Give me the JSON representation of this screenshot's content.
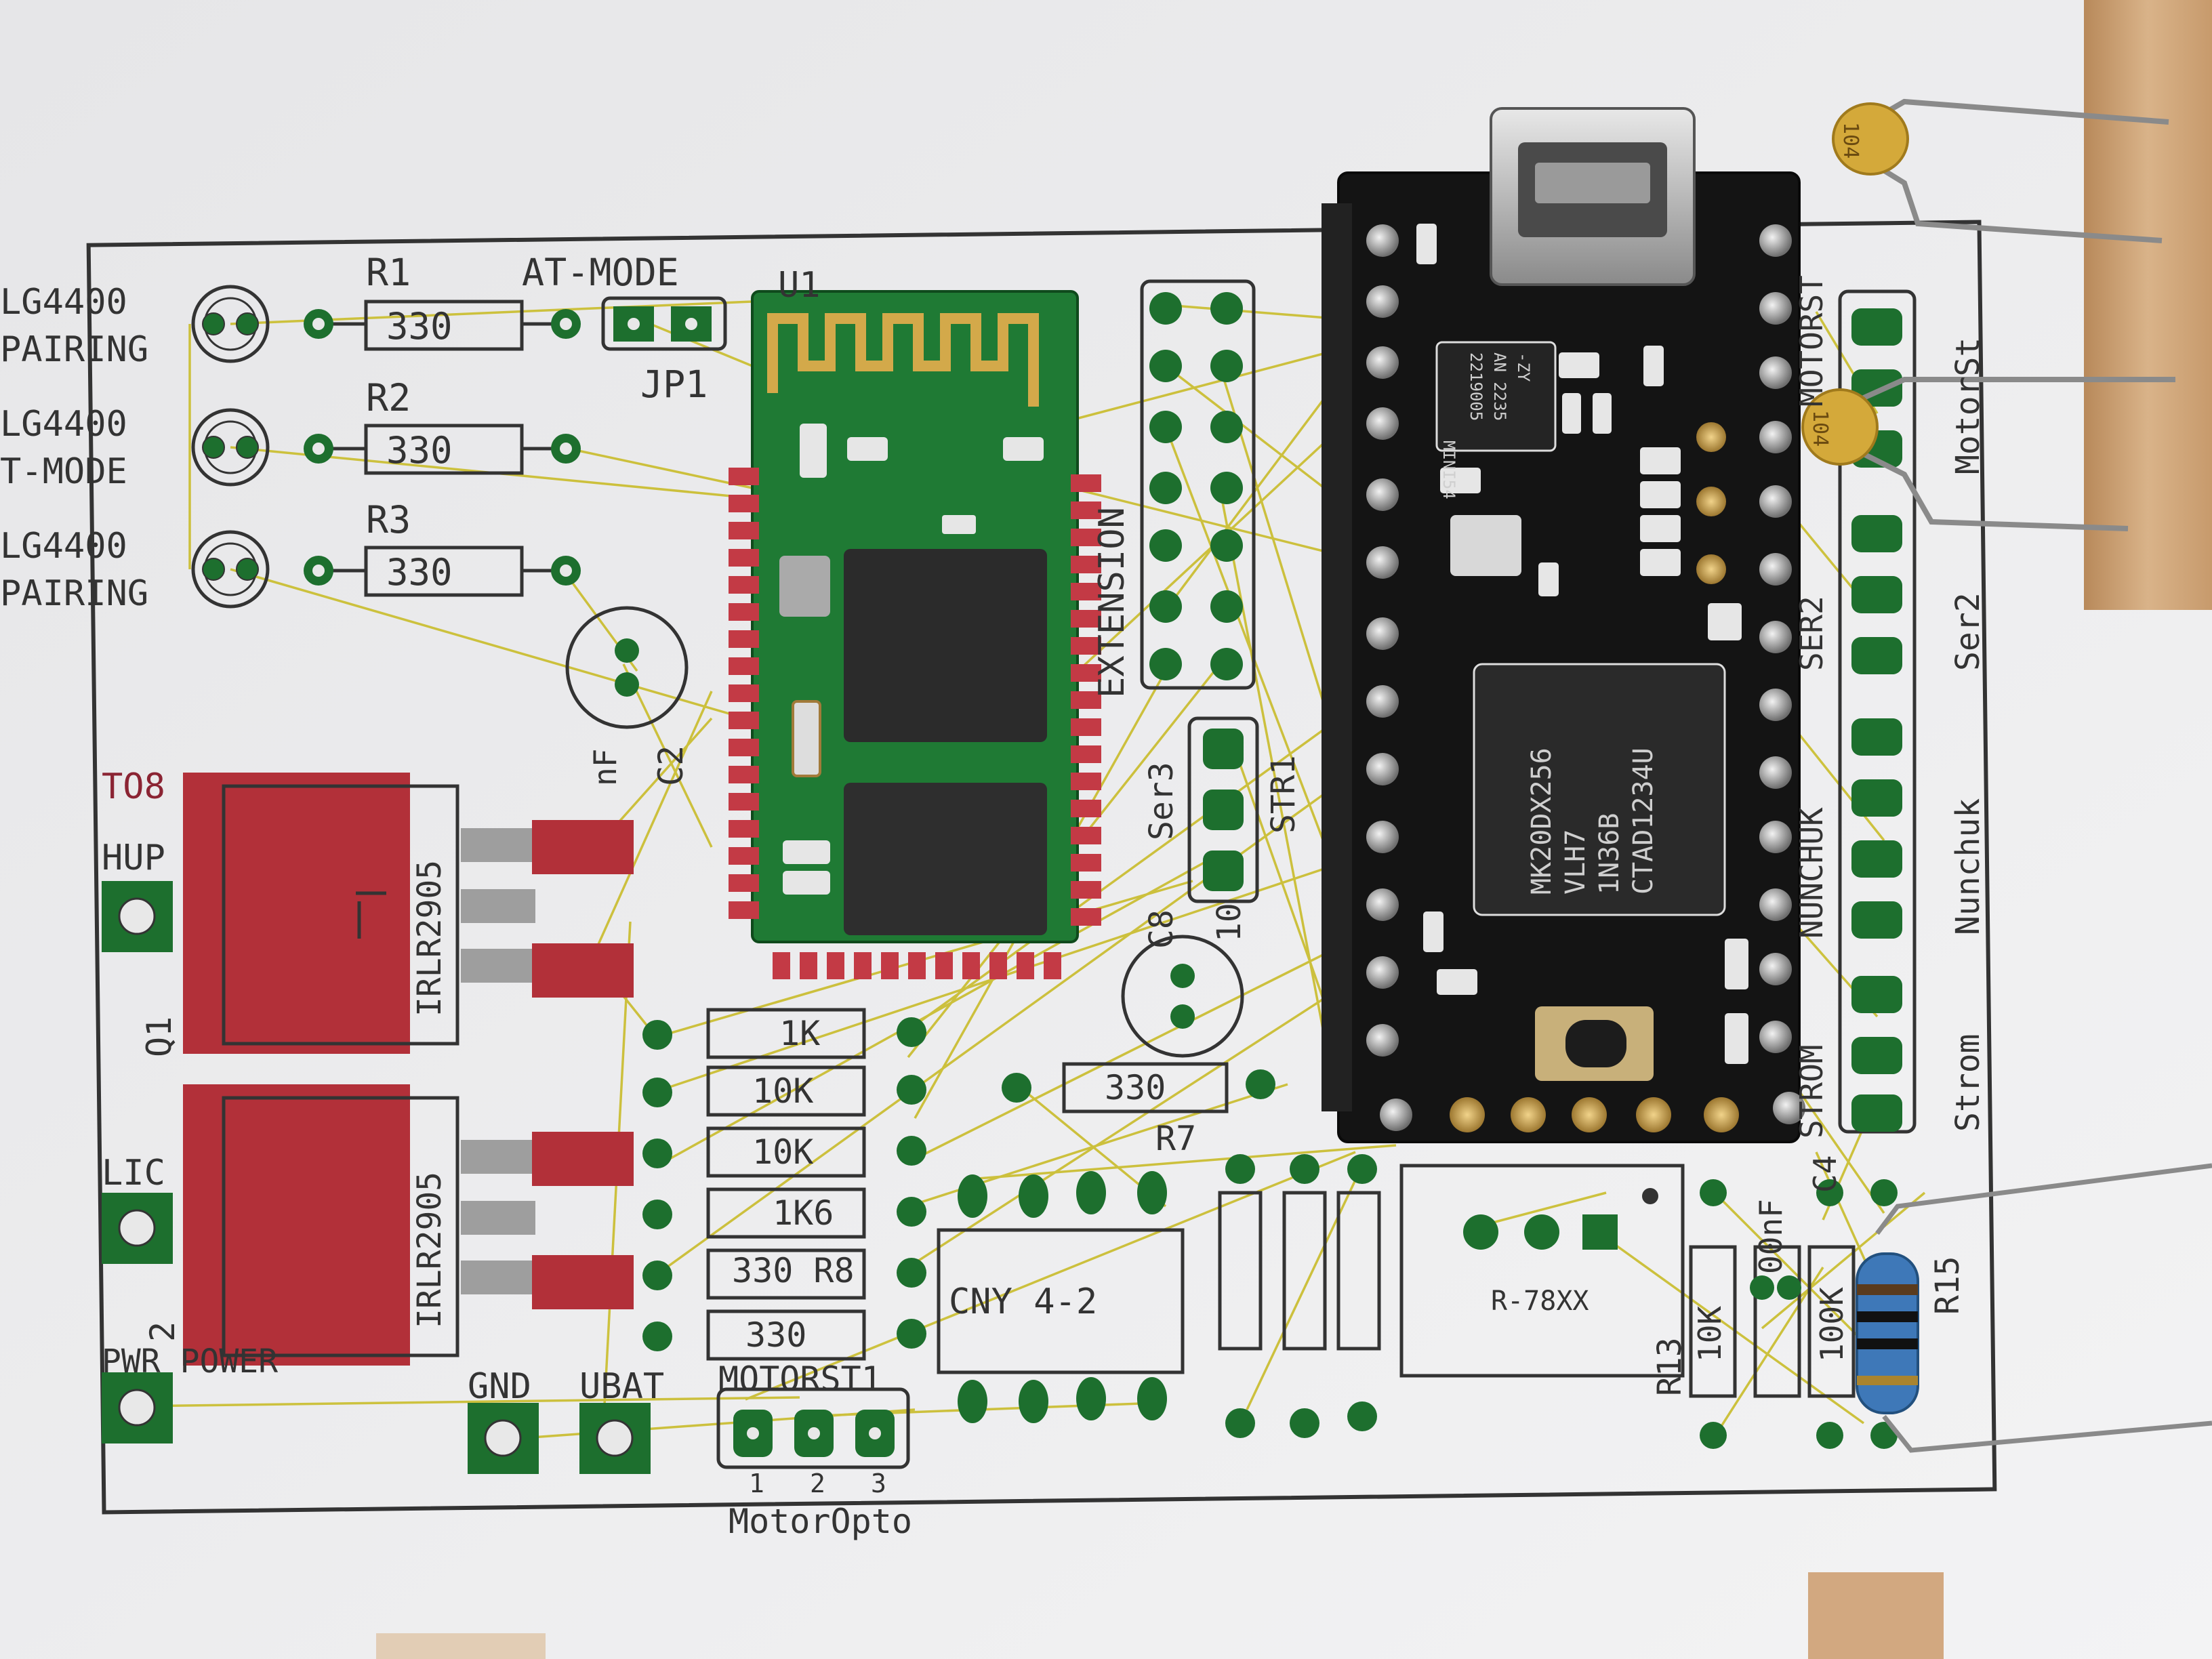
{
  "labels": {
    "led1_a": "LG4400",
    "led1_b": "PAIRING",
    "led2_a": "LG4400",
    "led2_b": "T-MODE",
    "led3_a": "LG4400",
    "led3_b": "PAIRING",
    "r1": "R1",
    "r2": "R2",
    "r3": "R3",
    "res_value": "330",
    "at_mode": "AT-MODE",
    "jp1": "JP1",
    "u1": "U1",
    "c2": "C2",
    "nf": "nF",
    "to8": "TO8",
    "hup": "HUP",
    "lic": "LIC",
    "q1": "Q1",
    "q2": "2",
    "mosfet": "IRLR2905",
    "pwr": "PWR POWER",
    "gnd": "GND",
    "ubat": "UBAT",
    "motorst1": "MOTORST1",
    "motoropto": "MotorOpto",
    "pin_1": "1",
    "pin_2": "2",
    "pin_3": "3",
    "extension": "EXTENSION",
    "ser3": "Ser3",
    "str1": "STR1",
    "c8": "C8",
    "c8_val": "10",
    "r7": "R7",
    "r7_val": "330",
    "r_1k": "1K",
    "r_10k": "10K",
    "r_10k_b": "10K",
    "r_1k6": "1K6",
    "r_330_r8": "330 R8",
    "r_330": "330",
    "cny": "CNY 4-2",
    "reg": "R-78XX",
    "r13": "R13",
    "r15": "R15",
    "c4": "C4",
    "c4_val": "00nF",
    "val_10k": "10K",
    "val_100k": "100K",
    "motorst": "MotorSt",
    "motorst_hdr": "MOTORST",
    "ser2": "Ser2",
    "ser2_hdr": "SER2",
    "nunchuk": "Nunchuk",
    "nunchuk_hdr": "NUNCHUK",
    "strom": "Strom",
    "strom_hdr": "STROM",
    "chip_main_1": "MK20DX256",
    "chip_main_2": "VLH7",
    "chip_main_3": "1N36B",
    "chip_main_4": "CTAD1234U",
    "chip_small_1": "MINI54",
    "chip_small_2": "2219005",
    "chip_small_3": "AN 2235",
    "chip_small_4": "-ZY",
    "cap_104": "104",
    "res_small": "330"
  }
}
